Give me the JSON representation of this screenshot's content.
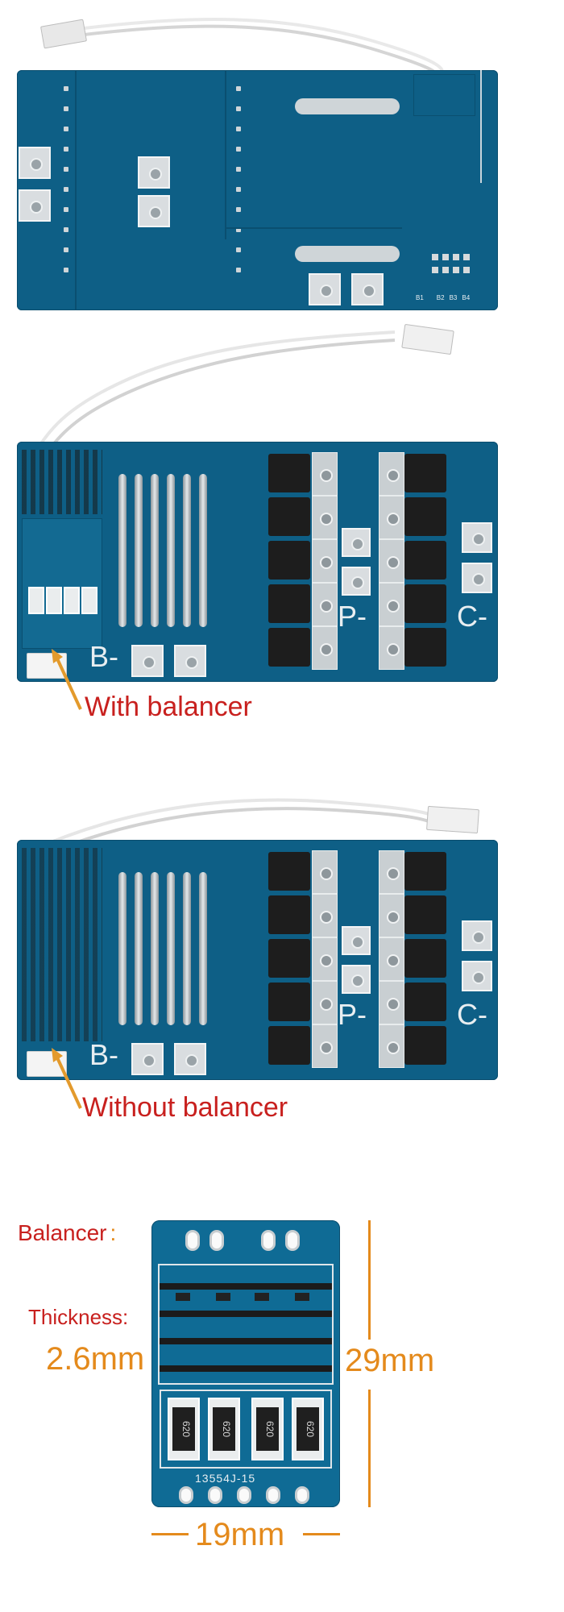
{
  "board1": {
    "silk_labels": [
      "B1",
      "B2",
      "B3",
      "B4"
    ]
  },
  "board2": {
    "label_b": "B-",
    "label_p": "P-",
    "label_c": "C-",
    "caption": "With balancer"
  },
  "board3": {
    "label_b": "B-",
    "label_p": "P-",
    "label_c": "C-",
    "caption": "Without balancer"
  },
  "balancer": {
    "title": "Balancer",
    "title_colon": ":",
    "thickness_label": "Thickness:",
    "thickness_value": "2.6mm",
    "height_value": "29mm",
    "width_value": "19mm",
    "serial": "13554J-15",
    "resistor_codes": [
      "620",
      "620",
      "620",
      "620"
    ]
  },
  "colors": {
    "board": "#0e5f86",
    "caption_red": "#c8201e",
    "dimension_orange": "#e48a1c",
    "arrow_orange": "#e39a2c"
  }
}
